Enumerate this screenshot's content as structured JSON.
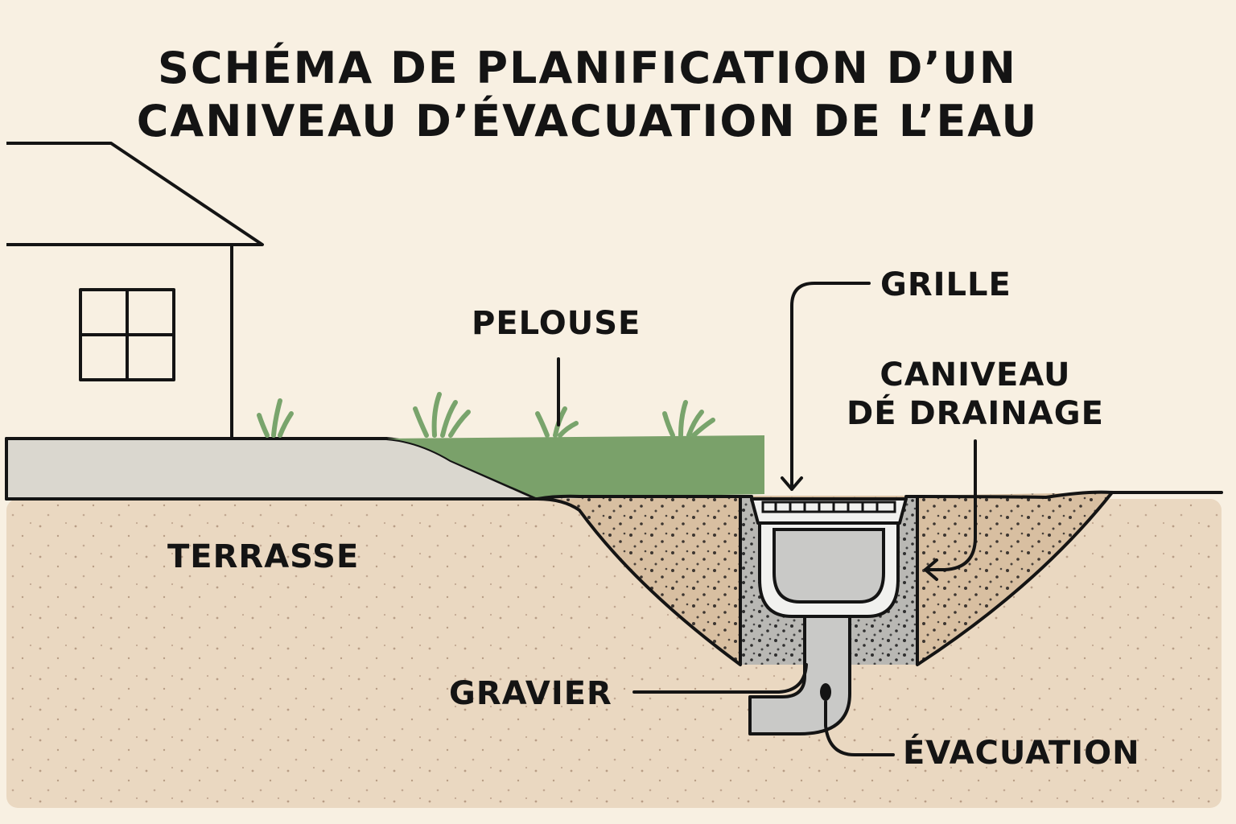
{
  "title": {
    "line1": "SCHÉMA DE PLANIFICATION D’UN",
    "line2": "CANIVEAU D’ÉVACUATION DE L’EAU"
  },
  "labels": {
    "grille": "GRILLE",
    "pelouse": "PELOUSE",
    "caniveau_line1": "CANIVEAU",
    "caniveau_line2": "DÉ DRAINAGE",
    "terrasse": "TERRASSE",
    "gravier": "GRAVIER",
    "evacuation": "ÉVACUATION"
  },
  "colors": {
    "background": "#f8f0e2",
    "soil": "#ead8c1",
    "terrace": "#dad7cf",
    "lawn": "#7aa16a",
    "grass": "#79a46c",
    "backfill": "#d8bfa1",
    "gravel": "#b9b8b4",
    "channel": "#c9c9c7",
    "grate": "#f1f1ef",
    "outline": "#141414"
  }
}
